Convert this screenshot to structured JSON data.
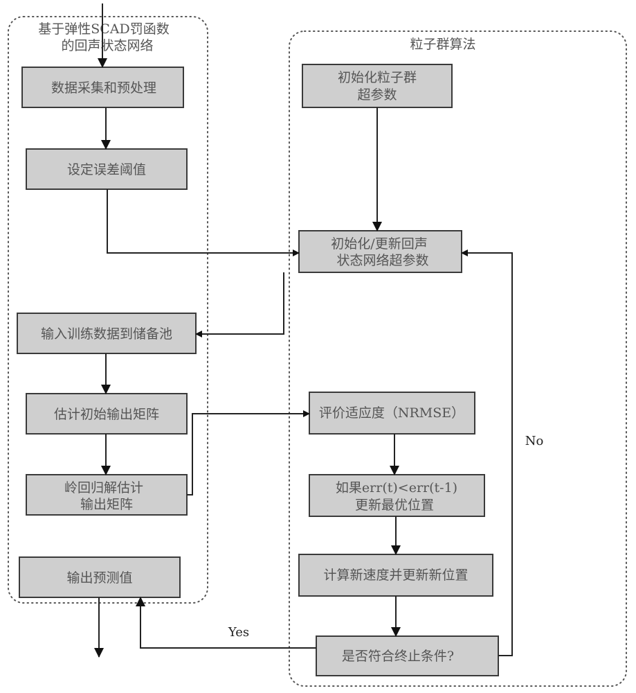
{
  "left_group": {
    "title_line1": "基于弹性SCAD罚函数",
    "title_line2": "的回声状态网络",
    "steps": {
      "collect": "数据采集和预处理",
      "threshold": "设定误差阈值",
      "input_reservoir": "输入训练数据到储备池",
      "estimate_initial": "估计初始输出矩阵",
      "ridge_line1": "岭回归解估计",
      "ridge_line2": "输出矩阵",
      "output": "输出预测值"
    }
  },
  "right_group": {
    "title": "粒子群算法",
    "steps": {
      "init_pso_line1": "初始化粒子群",
      "init_pso_line2": "超参数",
      "update_esn_line1": "初始化/更新回声",
      "update_esn_line2": "状态网络超参数",
      "fitness": "评价适应度（NRMSE）",
      "best_line1": "如果err(t)<err(t-1)",
      "best_line2": "更新最优位置",
      "velocity": "计算新速度并更新新位置",
      "terminate": "是否符合终止条件?"
    }
  },
  "edges": {
    "yes": "Yes",
    "no": "No"
  }
}
